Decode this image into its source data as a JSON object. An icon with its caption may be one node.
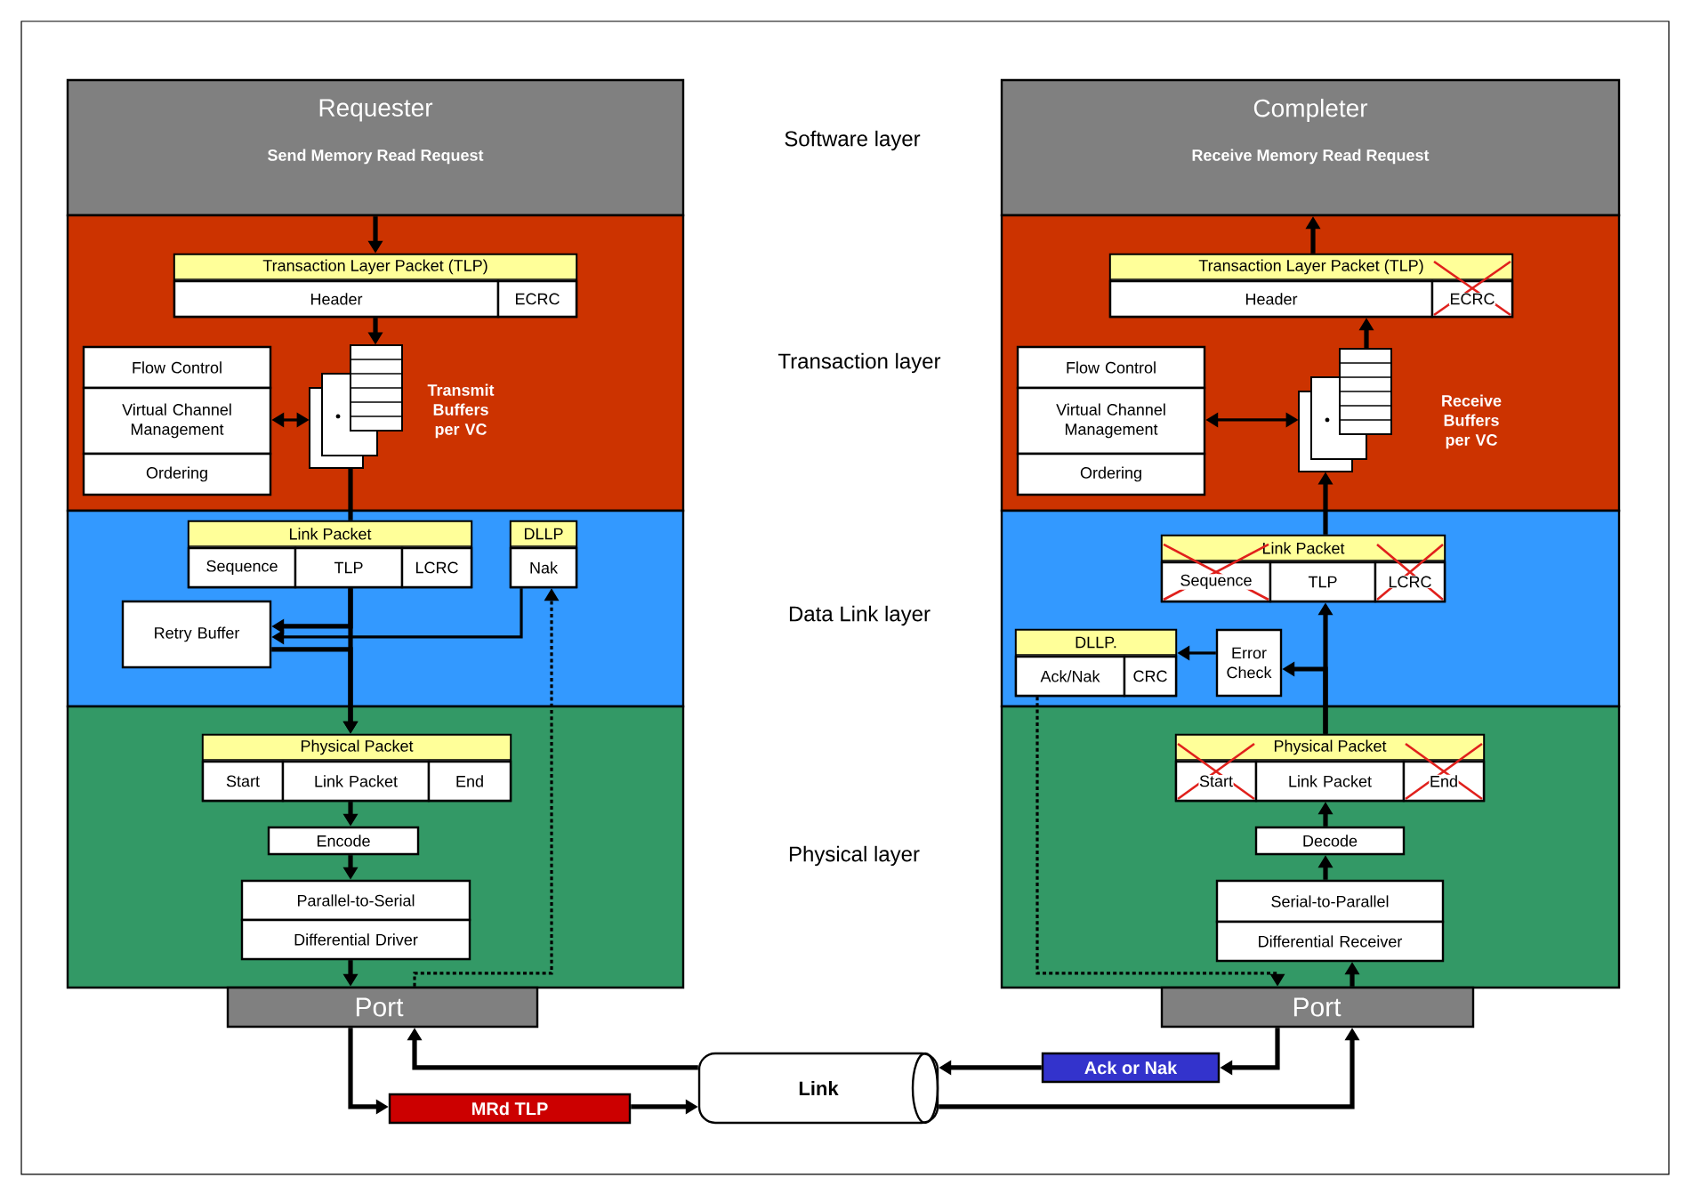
{
  "diagram": {
    "nodes": [
      {
        "text": [
          "Requester",
          "Send Memory Read Request"
        ]
      },
      {
        "text": [],
        "shape": "band"
      },
      {
        "text": [
          "Transaction Layer Packet (TLP)"
        ],
        "in": 1
      },
      {
        "text": [
          "Header"
        ],
        "in": 2
      },
      {
        "text": [
          "ECRC"
        ],
        "in": 2
      },
      {
        "text": [
          "Flow Control"
        ],
        "in": 1
      },
      {
        "text": [
          "Virtual Channel Management"
        ],
        "in": 1
      },
      {
        "text": [
          "Ordering"
        ],
        "in": 1
      },
      {
        "text": [],
        "shape": "stack",
        "beside": [
          "Transmit Buffers per VC"
        ],
        "in": 1
      },
      {
        "text": [],
        "shape": "band"
      },
      {
        "text": [
          "Link Packet"
        ],
        "in": 9
      },
      {
        "text": [
          "Sequence"
        ],
        "in": 10
      },
      {
        "text": [
          "TLP"
        ],
        "in": 10
      },
      {
        "text": [
          "LCRC"
        ],
        "in": 10
      },
      {
        "text": [
          "DLLP"
        ],
        "in": 9
      },
      {
        "text": [
          "Nak"
        ],
        "in": 14
      },
      {
        "text": [
          "Retry Buffer"
        ],
        "in": 9
      },
      {
        "text": [],
        "shape": "band"
      },
      {
        "text": [
          "Physical Packet"
        ],
        "in": 17
      },
      {
        "text": [
          "Start"
        ],
        "in": 18
      },
      {
        "text": [
          "Link Packet"
        ],
        "in": 18
      },
      {
        "text": [
          "End"
        ],
        "in": 18
      },
      {
        "text": [
          "Encode"
        ],
        "in": 17
      },
      {
        "text": [
          "Parallel-to-Serial"
        ],
        "in": 17
      },
      {
        "text": [
          "Differential Driver"
        ],
        "in": 17
      },
      {
        "text": [
          "Port"
        ]
      },
      {
        "text": [
          "Completer",
          "Receive Memory Read Request"
        ]
      },
      {
        "text": [],
        "shape": "band"
      },
      {
        "text": [
          "Transaction Layer Packet (TLP)"
        ],
        "in": 27
      },
      {
        "text": [
          "Header"
        ],
        "in": 28
      },
      {
        "text": [
          "ECRC"
        ],
        "in": 28
      },
      {
        "text": [
          "Flow Control"
        ],
        "in": 27
      },
      {
        "text": [
          "Virtual Channel Management"
        ],
        "in": 27
      },
      {
        "text": [
          "Ordering"
        ],
        "in": 27
      },
      {
        "text": [],
        "shape": "stack",
        "beside": [
          "Receive Buffers per VC"
        ],
        "in": 27
      },
      {
        "text": [],
        "shape": "band"
      },
      {
        "text": [
          "Link Packet"
        ],
        "in": 35
      },
      {
        "text": [
          "Sequence"
        ],
        "in": 36
      },
      {
        "text": [
          "TLP"
        ],
        "in": 36
      },
      {
        "text": [
          "LCRC"
        ],
        "in": 36
      },
      {
        "text": [
          "DLLP."
        ],
        "in": 35
      },
      {
        "text": [
          "Ack/Nak"
        ],
        "in": 40
      },
      {
        "text": [
          "CRC"
        ],
        "in": 40
      },
      {
        "text": [
          "Error Check"
        ],
        "in": 35
      },
      {
        "text": [],
        "shape": "band"
      },
      {
        "text": [
          "Physical Packet"
        ],
        "in": 44
      },
      {
        "text": [
          "Start"
        ],
        "in": 45
      },
      {
        "text": [
          "Link Packet"
        ],
        "in": 45
      },
      {
        "text": [
          "End"
        ],
        "in": 45
      },
      {
        "text": [
          "Decode"
        ],
        "in": 44
      },
      {
        "text": [
          "Serial-to-Parallel"
        ],
        "in": 44
      },
      {
        "text": [
          "Differential Receiver"
        ],
        "in": 44
      },
      {
        "text": [
          "Port"
        ]
      },
      {
        "text": [
          "MRd TLP"
        ]
      },
      {
        "text": [
          "Link"
        ]
      },
      {
        "text": [
          "Ack or Nak"
        ]
      }
    ],
    "edges": [
      {
        "from": 0,
        "to": 2,
        "arrow": "to"
      },
      {
        "from": 2,
        "to": 8,
        "arrow": "to"
      },
      {
        "from": 6,
        "to": 8,
        "arrow": "both"
      },
      {
        "from": 8,
        "to": 10,
        "arrow": "none"
      },
      {
        "from": 10,
        "to": 16,
        "arrow": "to"
      },
      {
        "from": 16,
        "to": 18,
        "arrow": "to"
      },
      {
        "from": 10,
        "to": 18,
        "arrow": "to"
      },
      {
        "from": 15,
        "to": 16,
        "arrow": "to"
      },
      {
        "from": 18,
        "to": 22,
        "arrow": "to"
      },
      {
        "from": 22,
        "to": 23,
        "arrow": "to"
      },
      {
        "from": 24,
        "to": 25,
        "arrow": "to"
      },
      {
        "from": 25,
        "to": 53,
        "arrow": "to"
      },
      {
        "from": 53,
        "to": 54,
        "arrow": "to"
      },
      {
        "from": 54,
        "to": 25,
        "arrow": "to"
      },
      {
        "from": 25,
        "to": 15,
        "arrow": "to",
        "style": "dashed"
      },
      {
        "from": 54,
        "to": 52,
        "arrow": "to"
      },
      {
        "from": 52,
        "to": 51,
        "arrow": "to"
      },
      {
        "from": 50,
        "to": 49,
        "arrow": "to"
      },
      {
        "from": 49,
        "to": 45,
        "arrow": "to"
      },
      {
        "from": 45,
        "to": 36,
        "arrow": "to"
      },
      {
        "from": 45,
        "to": 43,
        "arrow": "to"
      },
      {
        "from": 43,
        "to": 40,
        "arrow": "to"
      },
      {
        "from": 36,
        "to": 34,
        "arrow": "to"
      },
      {
        "from": 34,
        "to": 28,
        "arrow": "to"
      },
      {
        "from": 28,
        "to": 26,
        "arrow": "to"
      },
      {
        "from": 32,
        "to": 34,
        "arrow": "both"
      },
      {
        "from": 41,
        "to": 52,
        "arrow": "to",
        "style": "dashed"
      },
      {
        "from": 52,
        "to": 55,
        "arrow": "to"
      },
      {
        "from": 55,
        "to": 54,
        "arrow": "to"
      }
    ],
    "labels": [
      "Software layer",
      "Transaction layer",
      "Data Link layer",
      "Physical layer"
    ]
  }
}
